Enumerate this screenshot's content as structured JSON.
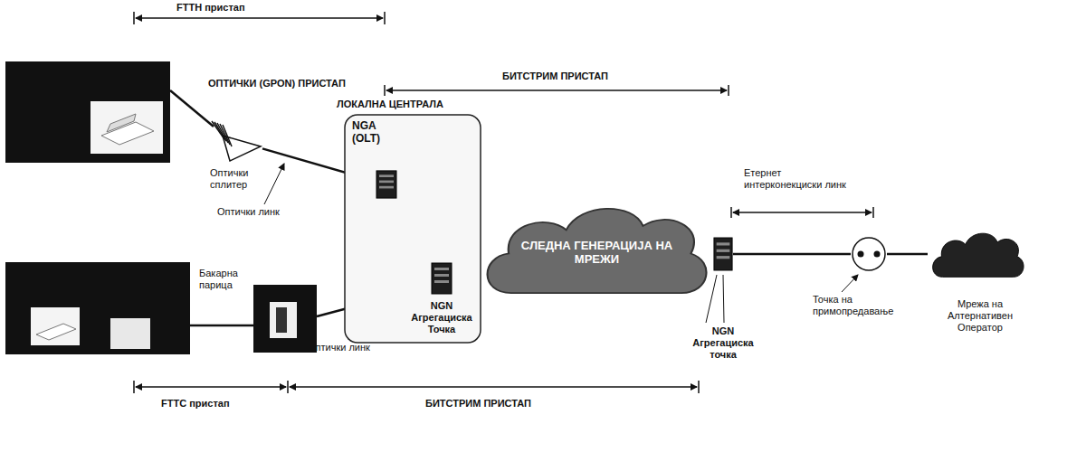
{
  "diagram": {
    "nodes": [
      {
        "text": [
          "Оптички сплитер"
        ]
      },
      {
        "text": [
          "ЛОКАЛНА ЦЕНТРАЛА"
        ]
      },
      {
        "text": [
          "NGA (OLT)"
        ],
        "in": 1
      },
      {
        "text": [
          "NGN Агрегациска Точка"
        ],
        "in": 1
      },
      {
        "text": [
          "NGN Агрегациска точка"
        ]
      },
      {
        "text": [
          "СЛЕДНА ГЕНЕРАЦИЈА НА МРЕЖИ"
        ]
      },
      {
        "text": [
          "Точка на примопредавање"
        ]
      },
      {
        "text": [
          "Мрежа на Алтернативен Оператор"
        ]
      }
    ],
    "edges": [
      {
        "from": 0,
        "to": 2,
        "arrow": "none"
      },
      {
        "from": 2,
        "to": 3,
        "arrow": "none"
      },
      {
        "from": 4,
        "to": 6,
        "arrow": "none"
      },
      {
        "from": 6,
        "to": 7,
        "arrow": "none"
      }
    ],
    "labels": [
      "FTTH пристап",
      "ОПТИЧКИ (GPON) ПРИСТАП",
      "БИТСТРИМ ПРИСТАП",
      "Етернет интерконекциски линк",
      "Оптички линк",
      "Бакарна парица",
      "Оптички линк",
      "FTTC пристап",
      "БИТСТРИМ ПРИСТАП"
    ]
  }
}
